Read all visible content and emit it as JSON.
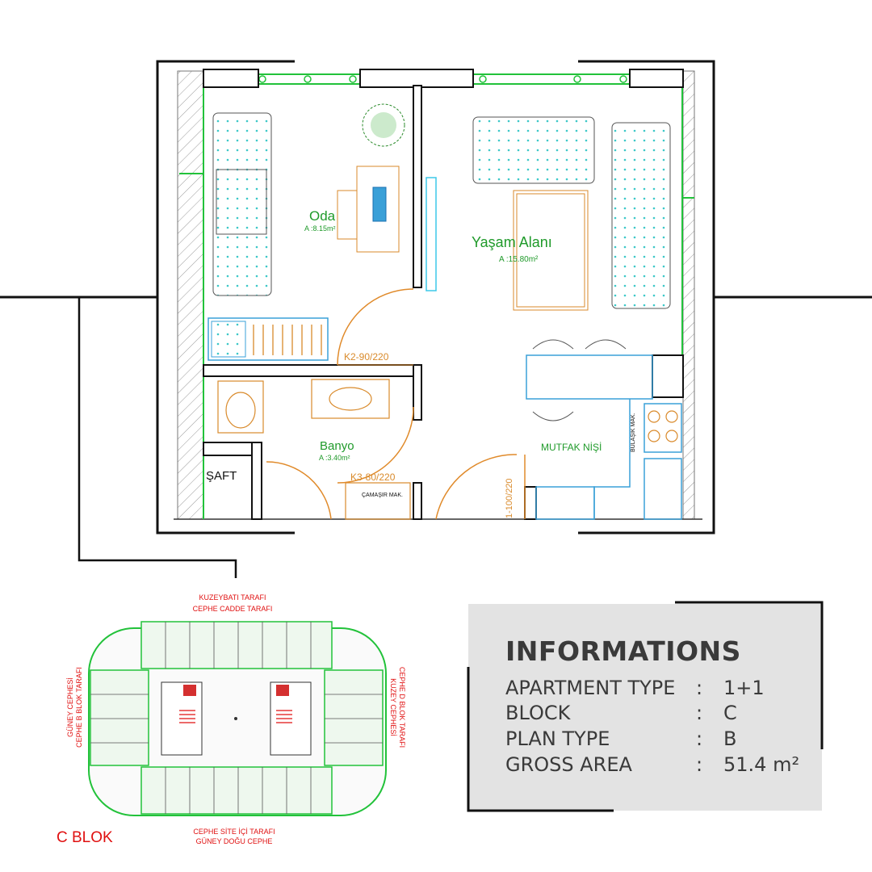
{
  "floor_plan": {
    "rooms": {
      "oda": {
        "name": "Oda",
        "area": "A :8.15m²"
      },
      "yasam": {
        "name": "Yaşam Alanı",
        "area": "A :15.80m²"
      },
      "banyo": {
        "name": "Banyo",
        "area": "A :3.40m²"
      },
      "mutfak": {
        "name": "MUTFAK NİŞİ"
      },
      "saft": {
        "name": "ŞAFT"
      }
    },
    "doors": {
      "k2": "K2-90/220",
      "k3": "K3-80/220",
      "entry": "1-100/220"
    },
    "appliances": {
      "camasir": "ÇAMAŞIR MAK.",
      "bulasik": "BULAŞIK MAK."
    }
  },
  "key_plan": {
    "top_line1": "KUZEYBATI TARAFI",
    "top_line2": "CEPHE CADDE TARAFI",
    "left_line1": "GÜNEY CEPHESİ",
    "left_line2": "CEPHE B BLOK TARAFI",
    "right_line1": "KUZEY CEPHESİ",
    "right_line2": "CEPHE D BLOK TARAFI",
    "bottom_line1": "CEPHE SİTE İÇİ TARAFI",
    "bottom_line2": "GÜNEY DOĞU CEPHE",
    "block_label": "C BLOK"
  },
  "info": {
    "title": "INFORMATIONS",
    "rows": [
      {
        "label": "APARTMENT TYPE",
        "value": "1+1"
      },
      {
        "label": "BLOCK",
        "value": "C"
      },
      {
        "label": "PLAN TYPE",
        "value": "B"
      },
      {
        "label": "GROSS AREA",
        "value": "51.4 m²"
      }
    ]
  },
  "colors": {
    "wall_green": "#22c23a",
    "furniture_blue": "#3aa0d8",
    "door_orange": "#e08a2a",
    "label_red": "#e01010",
    "info_bg": "#e3e3e3"
  }
}
